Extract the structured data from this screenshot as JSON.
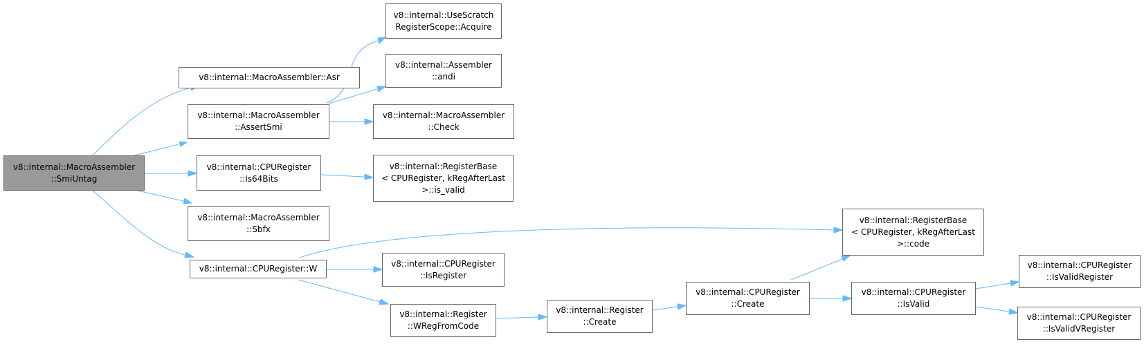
{
  "colors": {
    "edge": "#63b8ff",
    "node_border": "#666666",
    "root_fill": "#999999",
    "node_fill": "#ffffff"
  },
  "nodes": {
    "smiuntag": {
      "lines": [
        "v8::internal::MacroAssembler",
        "::SmiUntag"
      ]
    },
    "asr": {
      "lines": [
        "v8::internal::MacroAssembler::Asr"
      ]
    },
    "assertsmi": {
      "lines": [
        "v8::internal::MacroAssembler",
        "::AssertSmi"
      ]
    },
    "is64bits": {
      "lines": [
        "v8::internal::CPURegister",
        "::Is64Bits"
      ]
    },
    "sbfx": {
      "lines": [
        "v8::internal::MacroAssembler",
        "::Sbfx"
      ]
    },
    "w": {
      "lines": [
        "v8::internal::CPURegister::W"
      ]
    },
    "acquire": {
      "lines": [
        "v8::internal::UseScratch",
        "RegisterScope::Acquire"
      ]
    },
    "andi": {
      "lines": [
        "v8::internal::Assembler",
        "::andi"
      ]
    },
    "check": {
      "lines": [
        "v8::internal::MacroAssembler",
        "::Check"
      ]
    },
    "is_valid": {
      "lines": [
        "v8::internal::RegisterBase",
        "< CPURegister, kRegAfterLast",
        ">::is_valid"
      ]
    },
    "code": {
      "lines": [
        "v8::internal::RegisterBase",
        "< CPURegister, kRegAfterLast",
        ">::code"
      ]
    },
    "isregister": {
      "lines": [
        "v8::internal::CPURegister",
        "::IsRegister"
      ]
    },
    "wregfromcode": {
      "lines": [
        "v8::internal::Register",
        "::WRegFromCode"
      ]
    },
    "reg_create": {
      "lines": [
        "v8::internal::Register",
        "::Create"
      ]
    },
    "cpu_create": {
      "lines": [
        "v8::internal::CPURegister",
        "::Create"
      ]
    },
    "isvalid": {
      "lines": [
        "v8::internal::CPURegister",
        "::IsValid"
      ]
    },
    "isvalidregister": {
      "lines": [
        "v8::internal::CPURegister",
        "::IsValidRegister"
      ]
    },
    "isvalidvregister": {
      "lines": [
        "v8::internal::CPURegister",
        "::IsValidVRegister"
      ]
    }
  },
  "edges": [
    [
      "smiuntag",
      "asr"
    ],
    [
      "smiuntag",
      "assertsmi"
    ],
    [
      "smiuntag",
      "is64bits"
    ],
    [
      "smiuntag",
      "sbfx"
    ],
    [
      "smiuntag",
      "w"
    ],
    [
      "assertsmi",
      "acquire"
    ],
    [
      "assertsmi",
      "andi"
    ],
    [
      "assertsmi",
      "check"
    ],
    [
      "is64bits",
      "is_valid"
    ],
    [
      "w",
      "code"
    ],
    [
      "w",
      "isregister"
    ],
    [
      "w",
      "wregfromcode"
    ],
    [
      "wregfromcode",
      "reg_create"
    ],
    [
      "reg_create",
      "cpu_create"
    ],
    [
      "cpu_create",
      "code"
    ],
    [
      "cpu_create",
      "isvalid"
    ],
    [
      "isvalid",
      "isvalidregister"
    ],
    [
      "isvalid",
      "isvalidvregister"
    ]
  ]
}
